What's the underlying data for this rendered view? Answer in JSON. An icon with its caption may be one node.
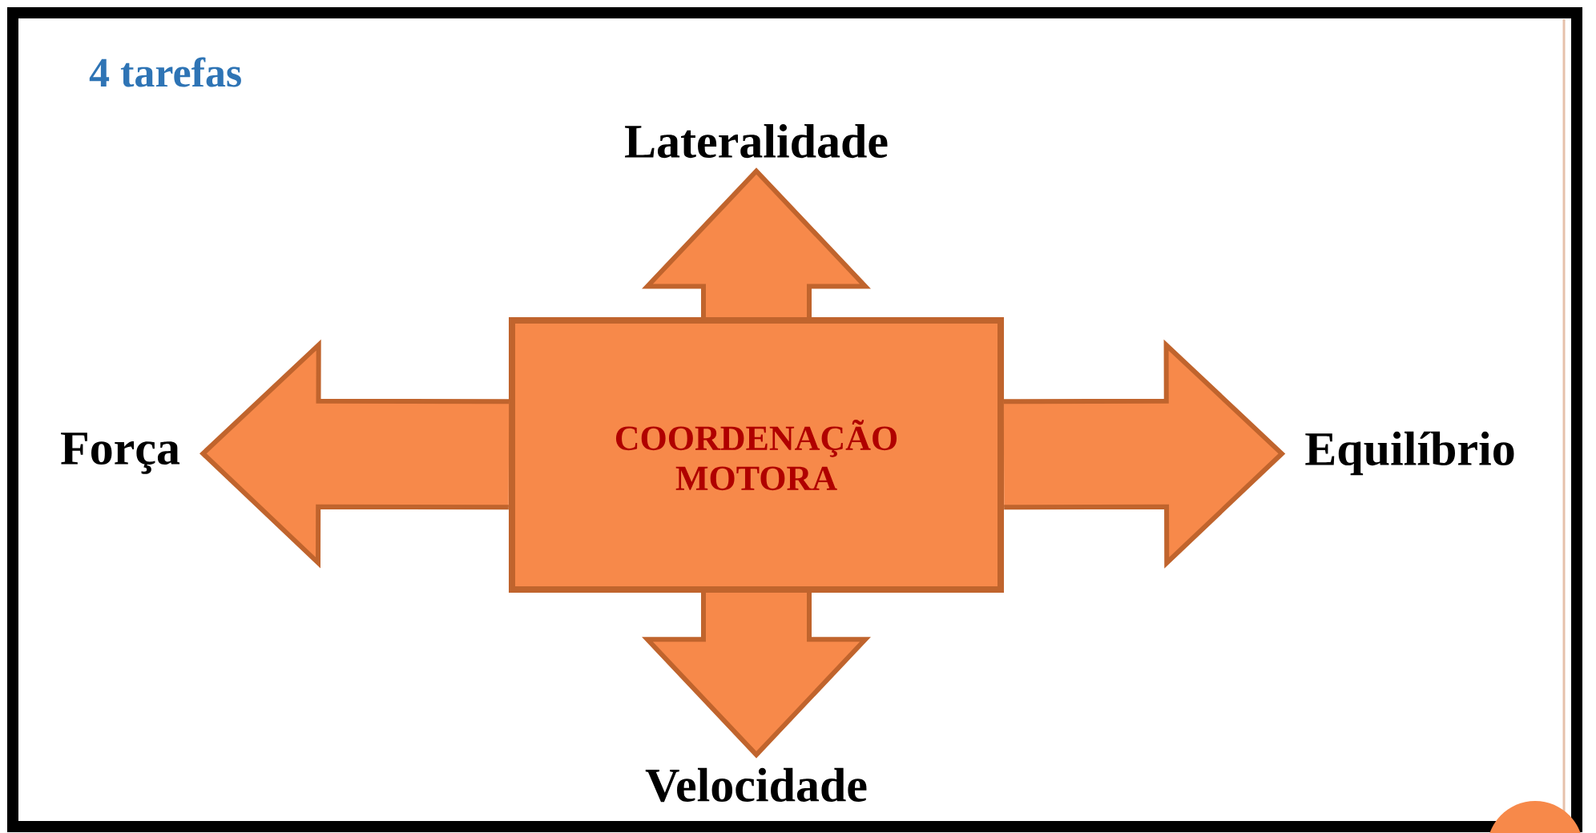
{
  "diagram": {
    "title": "4 tarefas",
    "nodes": [
      {
        "text": [
          "COORDENAÇÃO MOTORA"
        ]
      },
      {
        "text": [
          "Lateralidade"
        ]
      },
      {
        "text": [
          "Força"
        ]
      },
      {
        "text": [
          "Equilíbrio"
        ]
      },
      {
        "text": [
          "Velocidade"
        ]
      }
    ],
    "edges": [
      {
        "from": 0,
        "to": 1,
        "arrow": "to"
      },
      {
        "from": 0,
        "to": 2,
        "arrow": "to"
      },
      {
        "from": 0,
        "to": 3,
        "arrow": "to"
      },
      {
        "from": 0,
        "to": 4,
        "arrow": "to"
      }
    ]
  }
}
